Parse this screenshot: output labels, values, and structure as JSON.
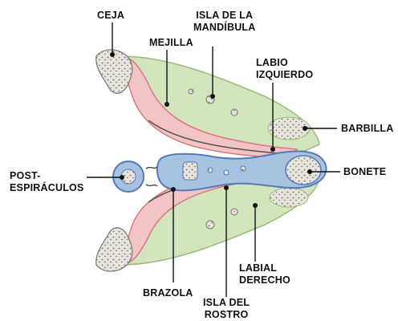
{
  "colors": {
    "pink": "#f3c4c6",
    "pink_edge": "#d7797f",
    "green": "#d3e5bd",
    "green_edge": "#9bb97f",
    "blue": "#a8c2e2",
    "blue_edge": "#557bb4",
    "bone": "#e7e4dc",
    "leader": "#111111"
  },
  "labels": {
    "ceja": [
      "CEJA"
    ],
    "isla_mandibula": [
      "ISLA DE LA",
      "MANDÍBULA"
    ],
    "mejilla": [
      "MEJILLA"
    ],
    "labio_izquierdo": [
      "LABIO",
      "IZQUIERDO"
    ],
    "barbilla": [
      "BARBILLA"
    ],
    "post_espiraculos": [
      "POST-",
      "ESPIRÁCULOS"
    ],
    "bonete": [
      "BONETE"
    ],
    "labial_derecho": [
      "LABIAL",
      "DERECHO"
    ],
    "brazola": [
      "BRAZOLA"
    ],
    "isla_rostro": [
      "ISLA DEL",
      "ROSTRO"
    ]
  }
}
